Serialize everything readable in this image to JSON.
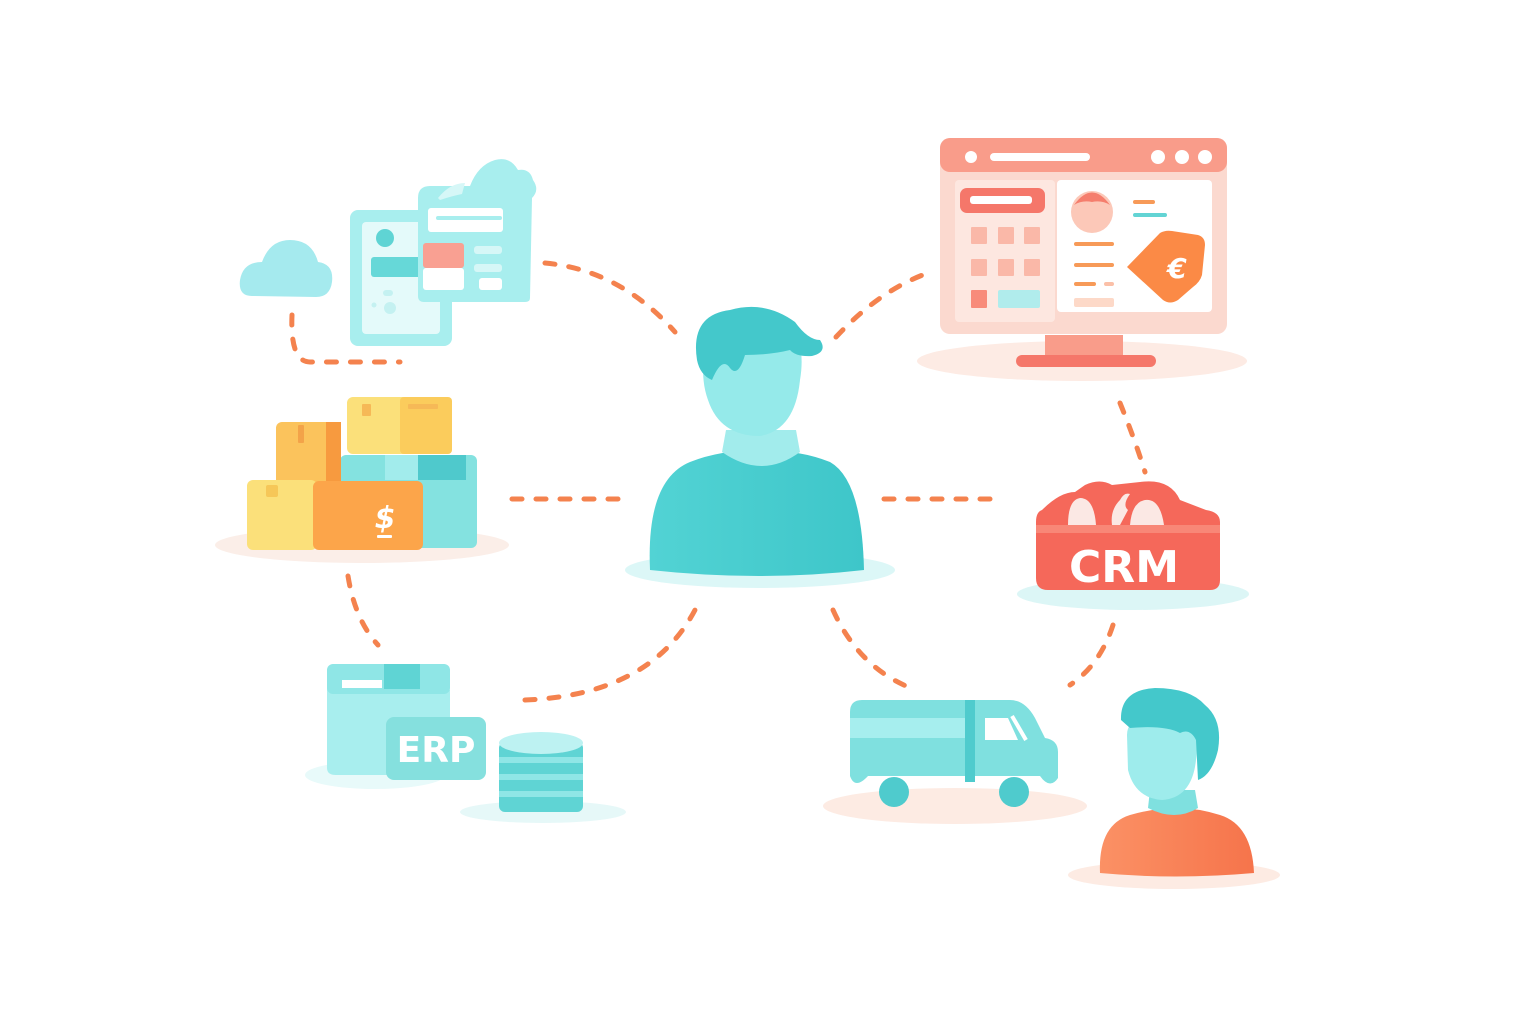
{
  "diagram": {
    "type": "hub-and-spoke",
    "center": {
      "name": "customer",
      "label": "Customer"
    },
    "nodes": [
      {
        "id": "documents-cloud",
        "label": "Cloud Documents"
      },
      {
        "id": "inventory",
        "label": "Inventory",
        "symbol": "$"
      },
      {
        "id": "erp",
        "label": "ERP"
      },
      {
        "id": "database",
        "label": "Database"
      },
      {
        "id": "ecommerce",
        "label": "E-commerce Store",
        "tag_symbol": "€"
      },
      {
        "id": "crm",
        "label": "CRM"
      },
      {
        "id": "delivery",
        "label": "Delivery Truck"
      },
      {
        "id": "customer-2",
        "label": "Customer"
      }
    ],
    "edges": [
      [
        "customer",
        "documents-cloud"
      ],
      [
        "customer",
        "inventory"
      ],
      [
        "customer",
        "erp"
      ],
      [
        "customer",
        "ecommerce"
      ],
      [
        "customer",
        "crm"
      ],
      [
        "customer",
        "delivery"
      ],
      [
        "documents-cloud",
        "cloud"
      ],
      [
        "inventory",
        "erp"
      ],
      [
        "ecommerce",
        "crm"
      ],
      [
        "crm",
        "customer-2"
      ]
    ]
  },
  "labels": {
    "erp": "ERP",
    "crm": "CRM",
    "dollar": "$",
    "euro": "€"
  },
  "colors": {
    "connector": "#f4824e",
    "teal_dark": "#45c9cc",
    "teal_mid": "#7fe0df",
    "teal_light": "#a8eeee",
    "coral": "#f5685a",
    "coral_light": "#f9a79c",
    "orange": "#ff8a4c",
    "yellow": "#fbe07a",
    "amber": "#f9b44a"
  }
}
